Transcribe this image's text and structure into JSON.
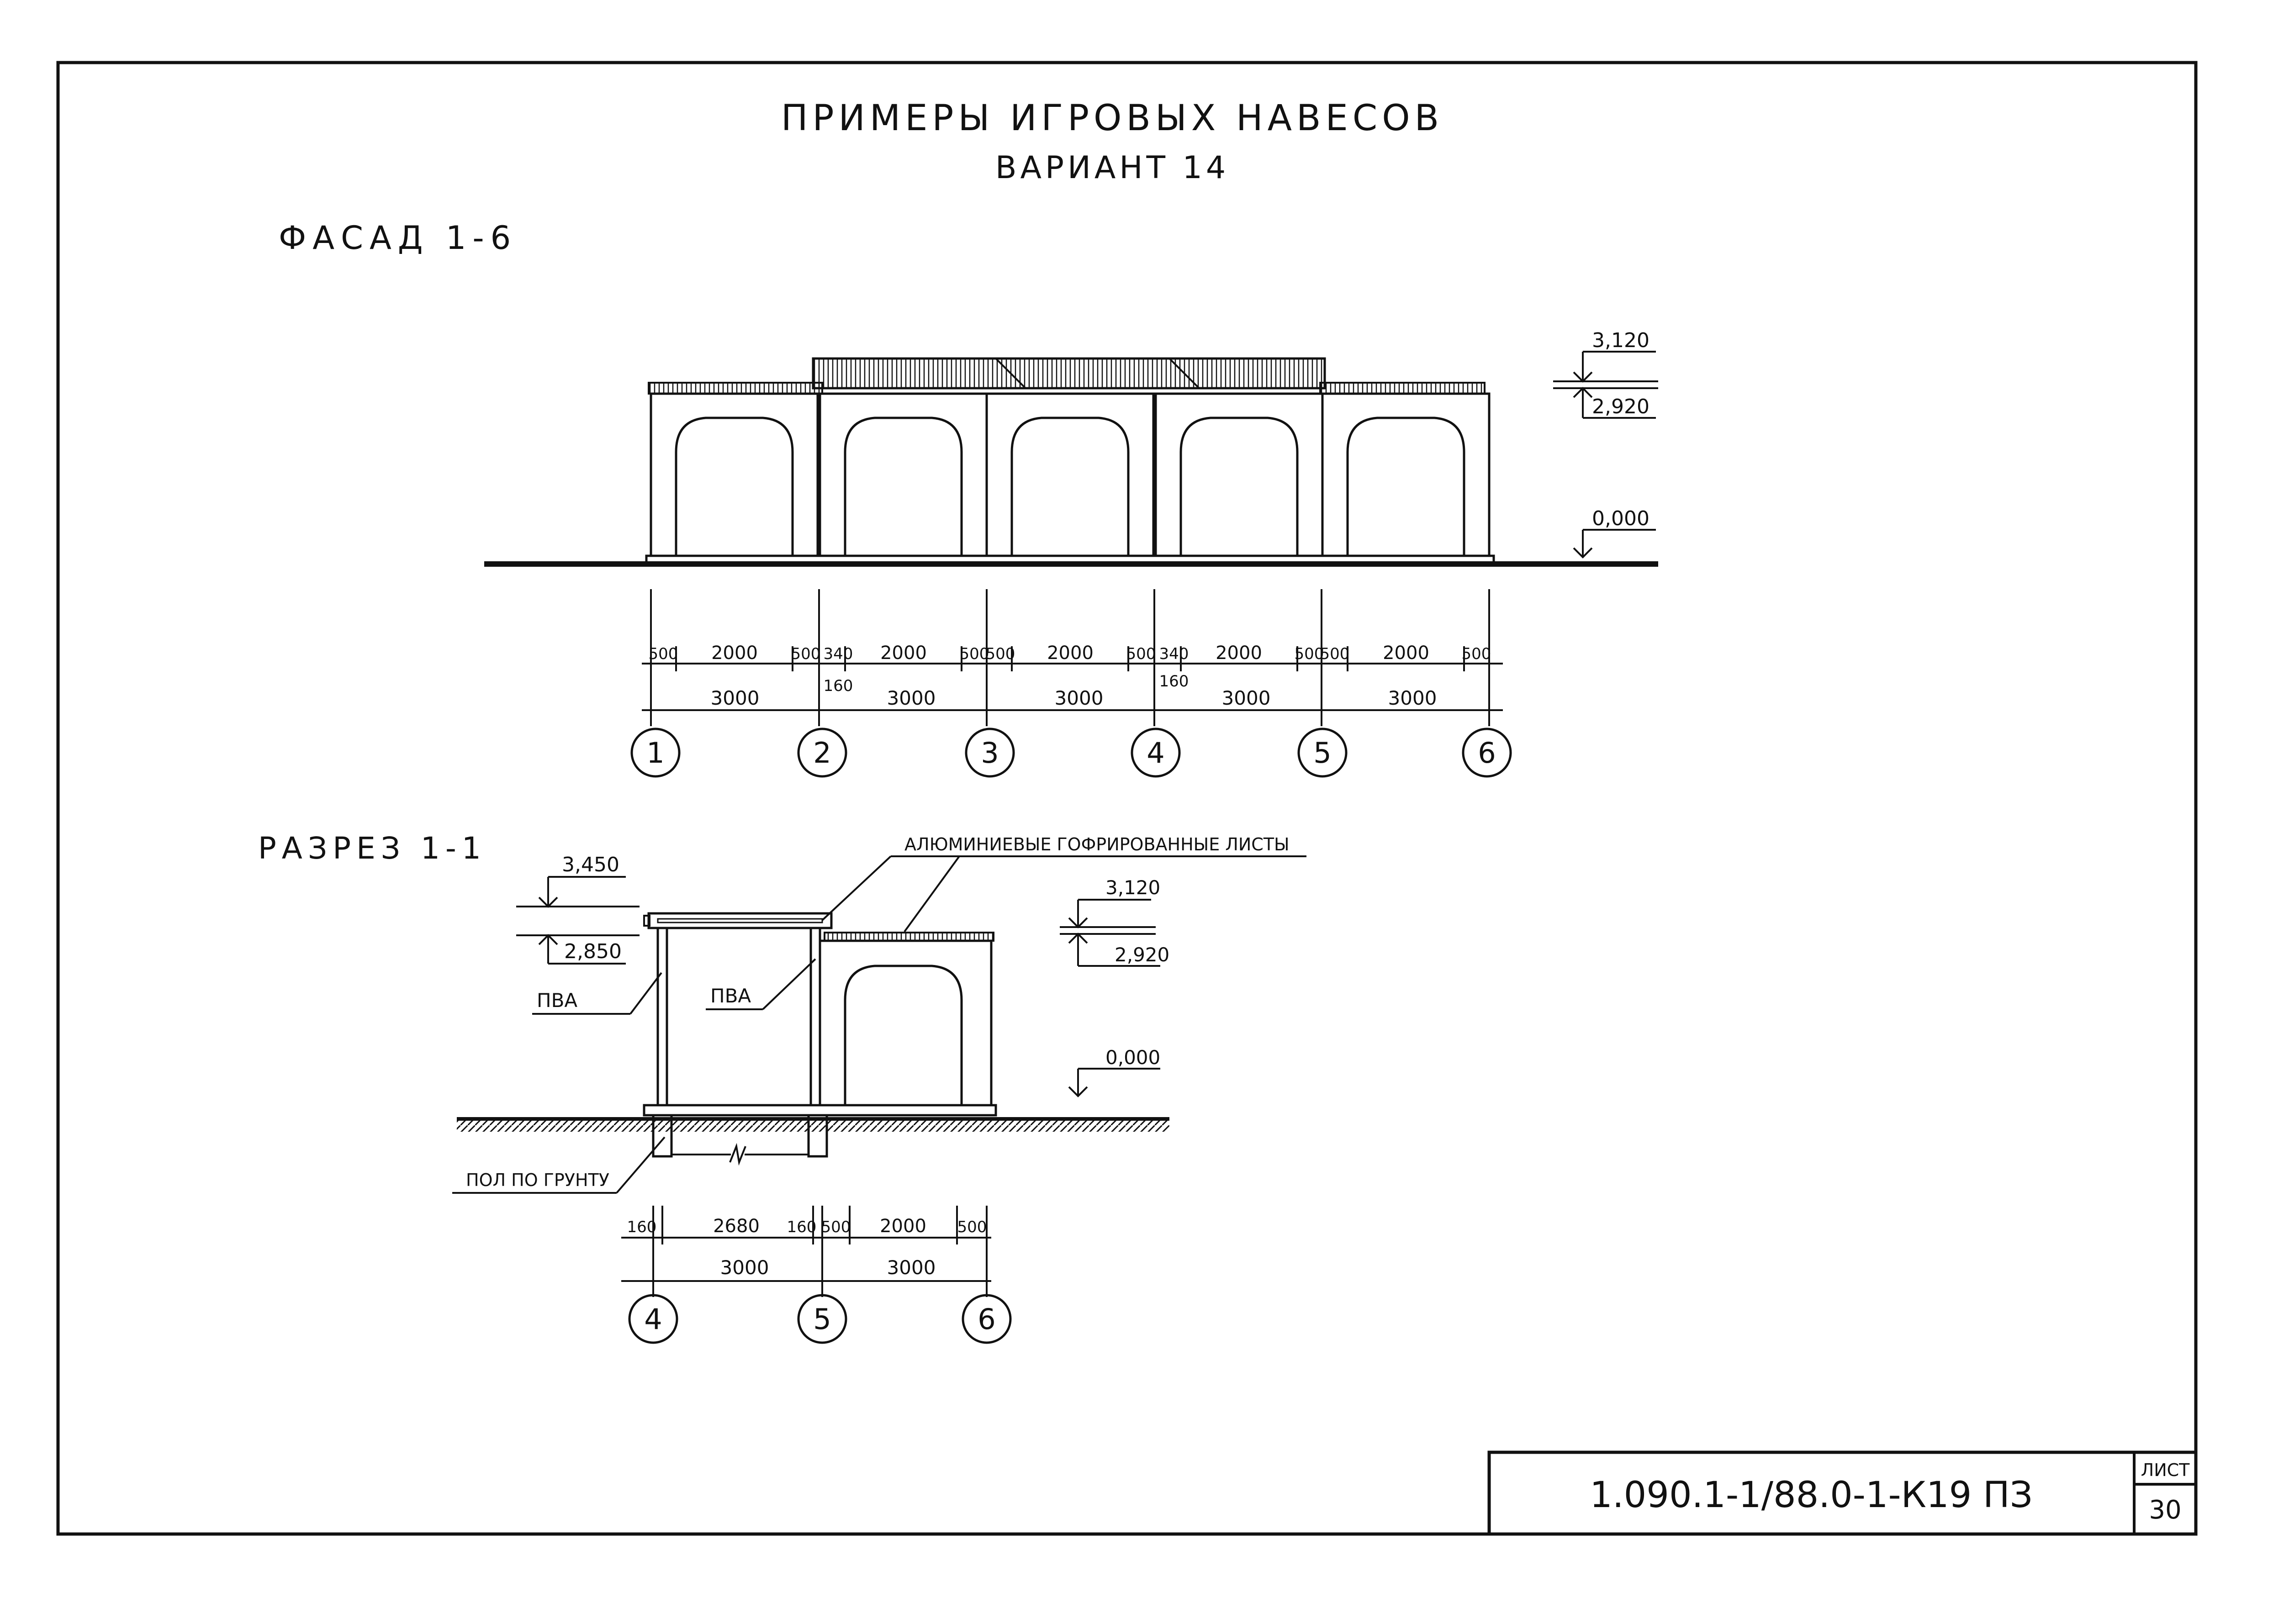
{
  "title": {
    "line1": "ПРИМЕРЫ   ИГРОВЫХ   НАВЕСОВ",
    "line2": "ВАРИАНТ  14"
  },
  "facade": {
    "label": "ФАСАД  1-6",
    "levels": {
      "top": "3,120",
      "mid": "2,920",
      "ground": "0,000"
    },
    "dims_row1": [
      "500",
      "2000",
      "500",
      "340",
      "2000",
      "500",
      "500",
      "2000",
      "500",
      "340",
      "2000",
      "500",
      "500",
      "2000",
      "500"
    ],
    "dims_small": [
      "160",
      "160"
    ],
    "dims_row2": [
      "3000",
      "3000",
      "3000",
      "3000",
      "3000"
    ],
    "axes": [
      "1",
      "2",
      "3",
      "4",
      "5",
      "6"
    ]
  },
  "section": {
    "label": "РАЗРЕЗ  1-1",
    "callout_roof": "АЛЮМИНИЕВЫЕ  ГОФРИРОВАННЫЕ  ЛИСТЫ",
    "levels_left": {
      "top": "3,450",
      "mid": "2,850"
    },
    "levels_right": {
      "top": "3,120",
      "mid": "2,920",
      "ground": "0,000"
    },
    "pva_left": "ПВА",
    "pva_right": "ПВА",
    "floor_note": "ПОЛ  ПО ГРУНТУ",
    "dims_row1": [
      "160",
      "2680",
      "160",
      "500",
      "2000",
      "500"
    ],
    "dims_row2": [
      "3000",
      "3000"
    ],
    "axes": [
      "4",
      "5",
      "6"
    ]
  },
  "title_block": {
    "code": "1.090.1-1/88.0-1-К19 ПЗ",
    "sheet_label": "ЛИСТ",
    "sheet_number": "30"
  }
}
